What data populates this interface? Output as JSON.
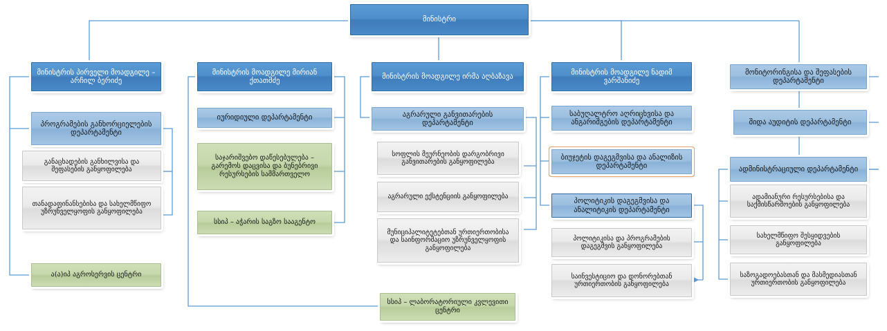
{
  "diagram": {
    "title": "მინისტრი",
    "line_color": "#5b9bd5",
    "colors": {
      "dark_blue": "#4e8ecb",
      "mid_blue": "#9dc0e0",
      "grey": "#eaeaea",
      "green": "#c6d8ac",
      "accent_orange": "#e8a36a",
      "connector": "#5b9bd5"
    }
  },
  "root": {
    "label": "მინისტრი"
  },
  "columns": [
    {
      "id": "col-1",
      "head": {
        "label": "მინისტრის პირველი მოადგილე  – არჩილ ბერიძე",
        "type": "dark-blue"
      },
      "nodes": [
        {
          "label": "პროგრამების განხორციელების დეპარტამენტი",
          "type": "mid-blue"
        },
        {
          "label": "განაცხადების განხილვისა და შეფასების განყოფილება",
          "type": "grey"
        },
        {
          "label": "თანადაფინანსებისა და სახელმწიფო უზრუნველყოფის განყოფილება",
          "type": "grey"
        },
        {
          "label": "ა(ა)იპ აგროსერვის ცენტრი",
          "type": "green"
        }
      ]
    },
    {
      "id": "col-2",
      "head": {
        "label": "მინისტრის მოადგილე მირიან ქთათმძე",
        "type": "dark-blue"
      },
      "nodes": [
        {
          "label": "იურიდიული დეპარტამენტი",
          "type": "mid-blue"
        },
        {
          "label": "საჯარიშვებო დაწესებულება – გარემოს დაცვისა და ბუნებრივი რესურსების სამმართველო",
          "type": "green"
        },
        {
          "label": "სსიპ – აჭარის საგზო სააგენტო",
          "type": "green"
        }
      ]
    },
    {
      "id": "col-3",
      "head": {
        "label": "მინისტრის მოადგილე ირმა აღბაზავა",
        "type": "dark-blue"
      },
      "nodes": [
        {
          "label": "აგრარული განვითარების დეპარტამენტი",
          "type": "mid-blue"
        },
        {
          "label": "სოფლის მეურნეობის დარგობრივი განვითარების განყოფილება",
          "type": "grey"
        },
        {
          "label": "აგრარული ექსტენციის განყოფილება",
          "type": "grey"
        },
        {
          "label": "მუნიციპალიტეტებთან ურთიერთობისა და საინფორმაციო უზრუნველყოფის განყოფილება",
          "type": "grey"
        },
        {
          "label": "სსიპ – ლაბორატორიული კვლევითი ცენტრი",
          "type": "green"
        }
      ]
    },
    {
      "id": "col-4",
      "head": {
        "label": "მინისტრის მოადგილე ნადიმ ვარშანიძე",
        "type": "dark-blue"
      },
      "nodes": [
        {
          "label": "საბუღალტრო აღრიცხვისა და ანგარიშგების დეპარტამენტი",
          "type": "mid-blue"
        },
        {
          "label": "ბიუჯეტის დაგეგმვისა და ანალიზის დეპარტამენტი",
          "type": "mid-blue-orange"
        },
        {
          "label": "პოლიტიკის დაგეგმვისა და ანალიტიკის დეპარტამენტი",
          "type": "mid-blue-dark"
        },
        {
          "label": "პოლიტიკისა და პროგრამების დაგეგმვის განყოფილება",
          "type": "grey"
        },
        {
          "label": "საინვესტიციო და დონორებთან ურთიერთობის განყოფილება",
          "type": "grey"
        }
      ]
    },
    {
      "id": "col-5",
      "head": null,
      "nodes": [
        {
          "label": "მონიტორინგისა და შეფასების დეპარტამენტი",
          "type": "mid-blue"
        },
        {
          "label": "შიდა აუდიტის დეპარტამენტი",
          "type": "mid-blue"
        },
        {
          "label": "ადმინისტრაციული დეპარტამენტი",
          "type": "mid-blue"
        },
        {
          "label": "ადამიანური რესურსებისა და საქმისწარმოების განყოფილება",
          "type": "grey"
        },
        {
          "label": "სახელმწიფო შესყიდვების განყოფილება",
          "type": "grey"
        },
        {
          "label": "საზოგადოებასთან და მასმედიასთან ურთიერთობის განყოფილება",
          "type": "grey"
        }
      ]
    }
  ]
}
